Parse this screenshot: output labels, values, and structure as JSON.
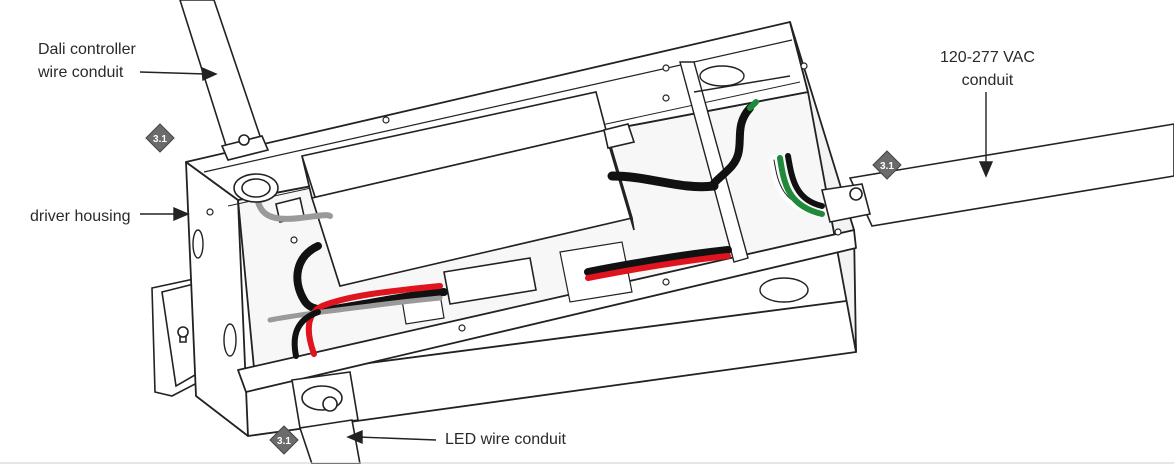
{
  "callouts": {
    "dali_conduit": {
      "line1": "Dali controller",
      "line2": "wire conduit"
    },
    "vac_conduit": {
      "line1": "120-277 VAC",
      "line2": "conduit"
    },
    "driver_housing": "driver housing",
    "led_conduit": "LED wire conduit"
  },
  "badges": {
    "dali": "3.1",
    "vac": "3.1",
    "led": "3.1"
  },
  "colors": {
    "outline": "#222222",
    "wire_red": "#e0141e",
    "wire_green": "#1f8a3a",
    "wire_black": "#111111",
    "wire_grey": "#9a9a9a",
    "badge_fill": "#6b6b6b"
  }
}
